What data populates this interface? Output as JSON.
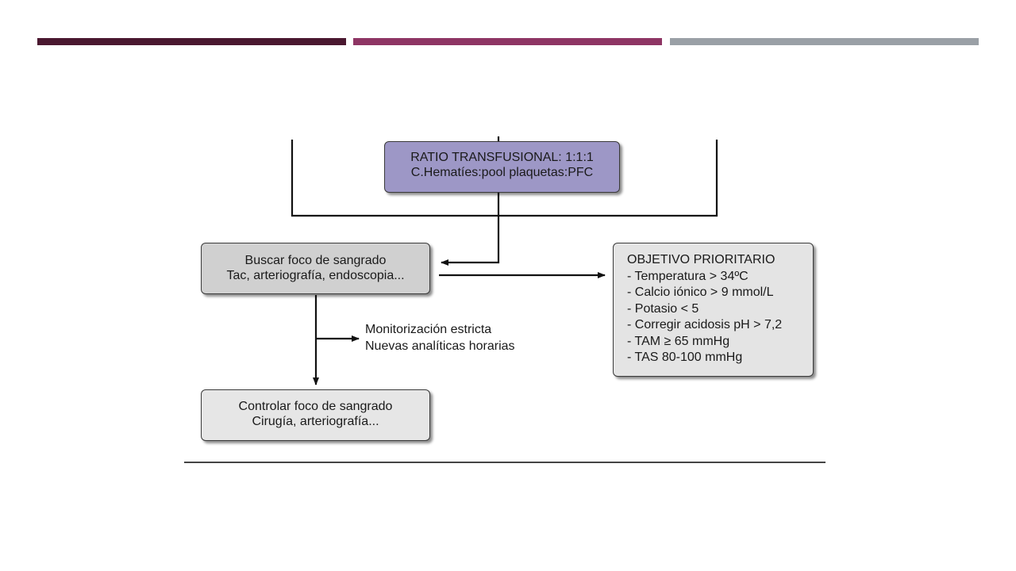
{
  "header": {
    "bar_colors": [
      "#4a1830",
      "#8e3564",
      "#9aa0a6"
    ]
  },
  "diagram": {
    "ratio_box": {
      "lines": [
        "RATIO TRANSFUSIONAL: 1:1:1",
        "C.Hematíes:pool plaquetas:PFC"
      ],
      "color": "#9d97c6"
    },
    "buscar_box": {
      "lines": [
        "Buscar foco de sangrado",
        "Tac, arteriografía, endoscopia..."
      ],
      "color": "#d0d0d0"
    },
    "monitor_note": {
      "lines": [
        "Monitorización estricta",
        "Nuevas analíticas horarias"
      ]
    },
    "controlar_box": {
      "lines": [
        "Controlar foco de sangrado",
        "Cirugía, arteriografía..."
      ],
      "color": "#e6e6e6"
    },
    "objetivo_box": {
      "title": "OBJETIVO PRIORITARIO",
      "items": [
        "- Temperatura > 34ºC",
        "- Calcio iónico > 9 mmol/L",
        "- Potasio < 5",
        "- Corregir acidosis pH > 7,2",
        "- TAM ≥ 65 mmHg",
        "- TAS 80-100 mmHg"
      ],
      "color": "#e4e4e4"
    }
  }
}
